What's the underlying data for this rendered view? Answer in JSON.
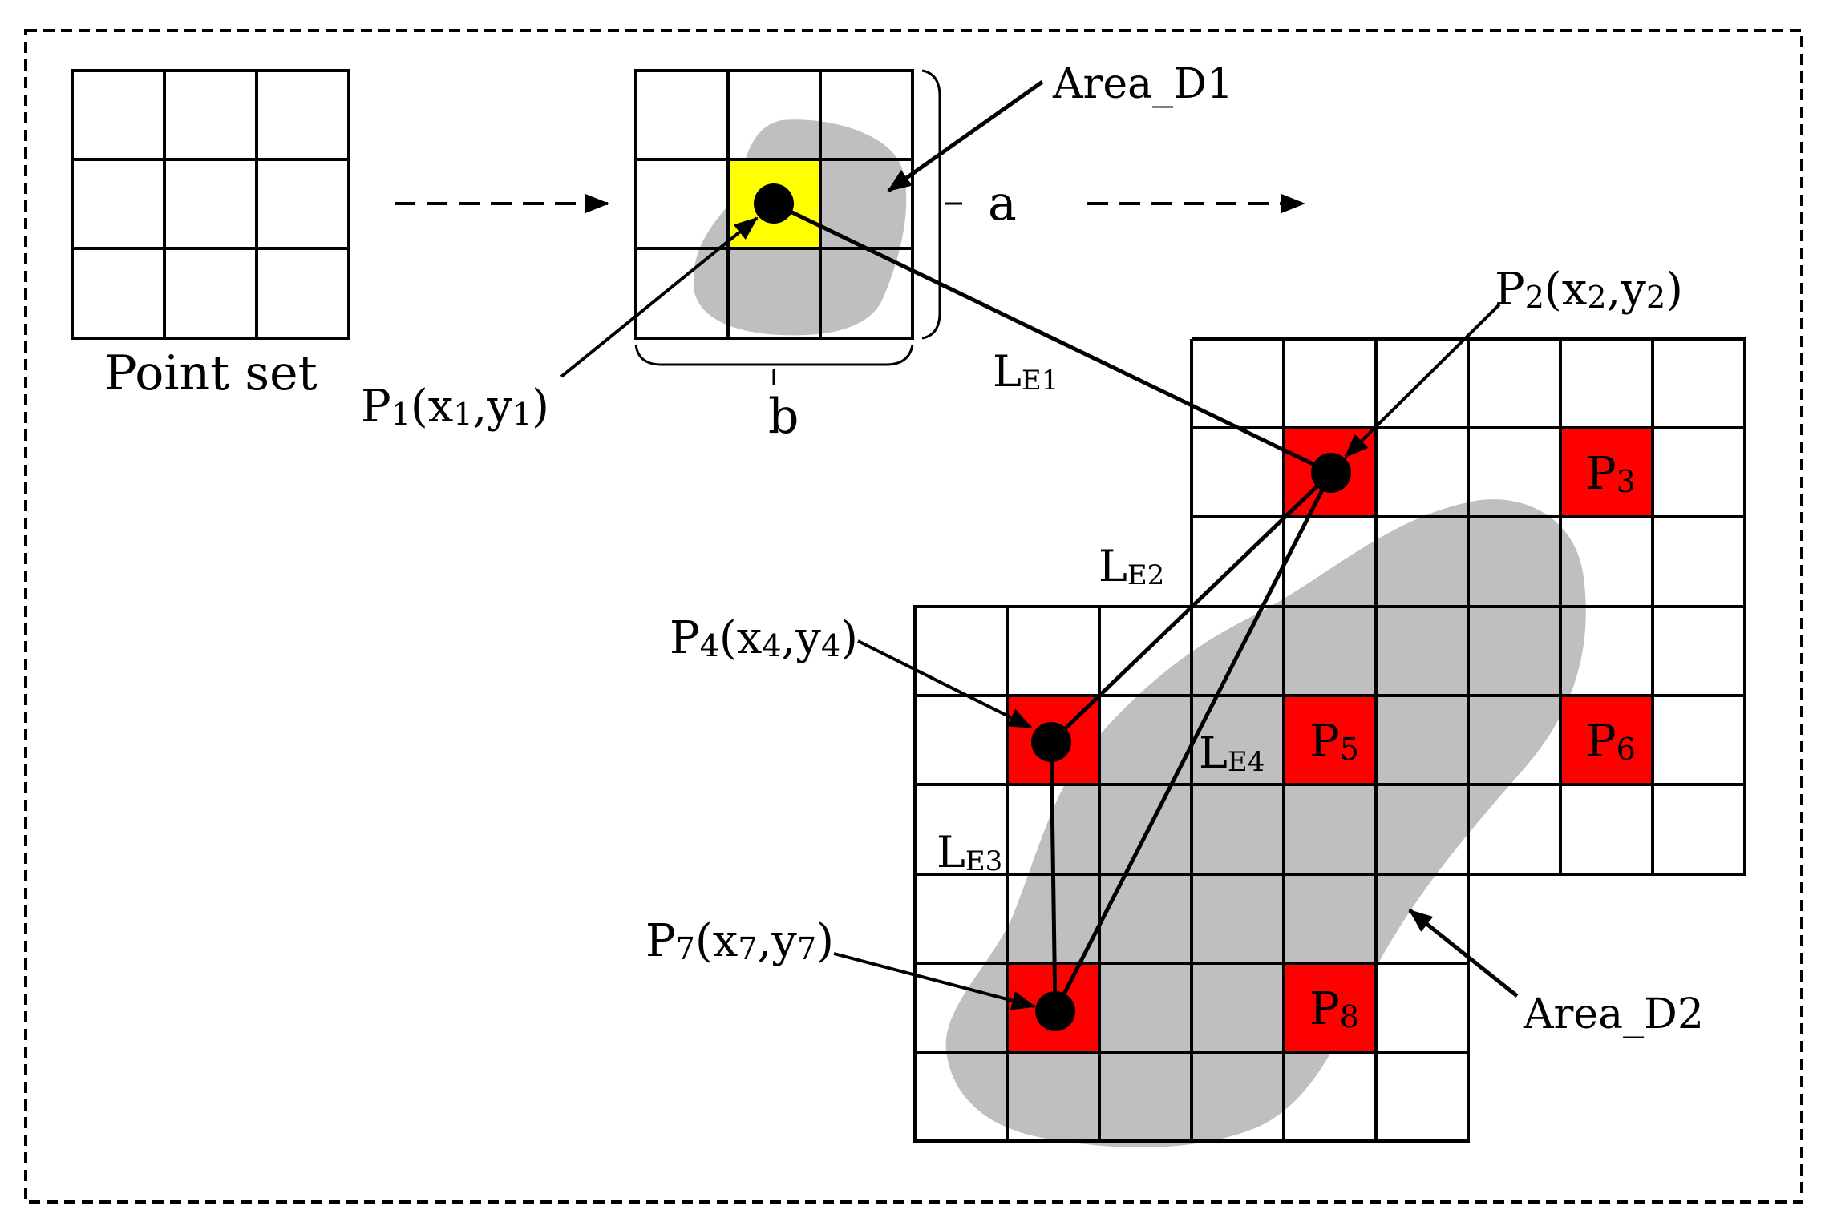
{
  "labels": {
    "point_set": "Point set",
    "area_d1": "Area_D1",
    "area_d2": "Area_D2",
    "dim_a": "a",
    "dim_b": "b",
    "p1": {
      "main": "P",
      "sub": "1",
      "rest": "(x",
      "sub2": "1",
      "rest2": ",y",
      "sub3": "1",
      "end": ")"
    },
    "p2": {
      "main": "P",
      "sub": "2",
      "rest": "(x",
      "sub2": "2",
      "rest2": ",y",
      "sub3": "2",
      "end": ")"
    },
    "p4": {
      "main": "P",
      "sub": "4",
      "rest": "(x",
      "sub2": "4",
      "rest2": ",y",
      "sub3": "4",
      "end": ")"
    },
    "p7": {
      "main": "P",
      "sub": "7",
      "rest": "(x",
      "sub2": "7",
      "rest2": ",y",
      "sub3": "7",
      "end": ")"
    },
    "p3": {
      "main": "P",
      "sub": "3"
    },
    "p5": {
      "main": "P",
      "sub": "5"
    },
    "p6": {
      "main": "P",
      "sub": "6"
    },
    "p8": {
      "main": "P",
      "sub": "8"
    },
    "le1": {
      "main": "L",
      "sub": "E1"
    },
    "le2": {
      "main": "L",
      "sub": "E2"
    },
    "le3": {
      "main": "L",
      "sub": "E3"
    },
    "le4": {
      "main": "L",
      "sub": "E4"
    }
  },
  "colors": {
    "highlight_yellow": "#ffff00",
    "highlight_red": "#ff0000",
    "area_gray": "#bfbfbf",
    "line": "#000000"
  }
}
